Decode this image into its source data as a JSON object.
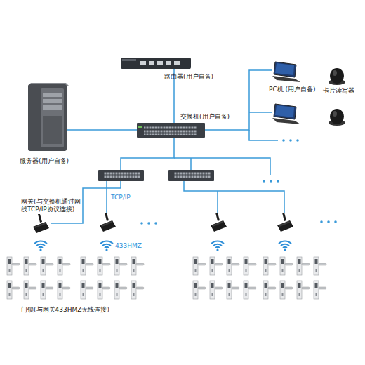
{
  "diagram": {
    "nodes": [
      {
        "text": [
          "路由器(用户自备)"
        ]
      },
      {
        "text": [
          "交换机(用户自备)"
        ]
      },
      {
        "text": [
          "服务器(用户自备)"
        ]
      },
      {
        "text": [
          "PC机 (用户自备)"
        ]
      },
      {
        "text": [
          "卡片读写器"
        ]
      },
      {
        "text": [
          "网关(与交换机通过网线TCP/IP协议连接)"
        ]
      },
      {
        "text": [
          "门锁(与网关433HMZ无线连接)"
        ]
      }
    ],
    "edges": [
      {
        "from": 0,
        "to": 1,
        "arrow": "none"
      },
      {
        "from": 2,
        "to": 1,
        "arrow": "none"
      },
      {
        "from": 1,
        "to": 3,
        "arrow": "none"
      },
      {
        "from": 1,
        "to": 5,
        "arrow": "none"
      }
    ],
    "labels": [
      "TCP/IP",
      "433HMZ"
    ]
  }
}
